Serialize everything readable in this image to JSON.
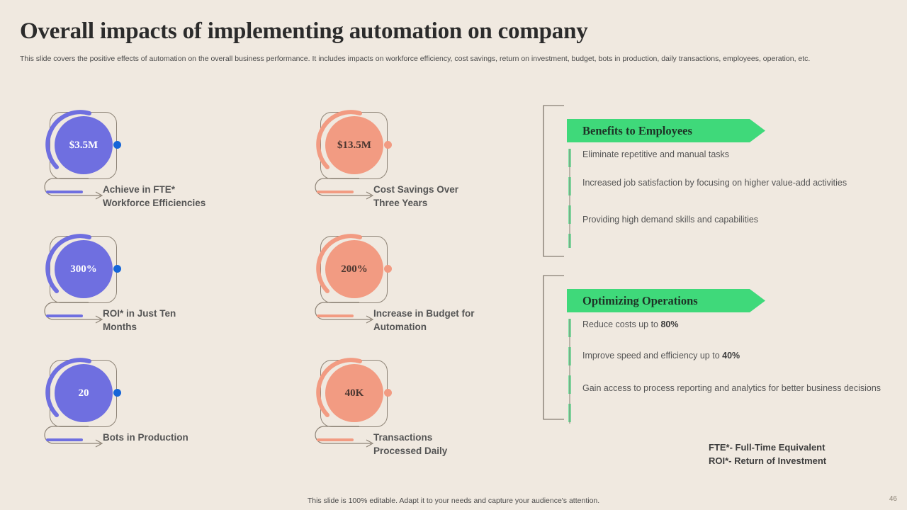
{
  "header": {
    "title": "Overall impacts of implementing automation on company",
    "subtitle": "This slide covers the positive effects of automation on the overall business performance. It includes impacts on workforce efficiency, cost savings, return on investment, budget, bots in production, daily transactions, employees, operation, etc."
  },
  "colors": {
    "background": "#f0e9e0",
    "purple": "#6f6fe0",
    "orange": "#f29b82",
    "green": "#3fd97a",
    "blue_dot": "#1565d8",
    "outline": "#8d8376",
    "text": "#555555"
  },
  "kpis": [
    {
      "value": "$3.5M",
      "label": "Achieve in FTE*\nWorkforce Efficiencies",
      "accent": "purple"
    },
    {
      "value": "$13.5M",
      "label": "Cost Savings Over\nThree Years",
      "accent": "orange"
    },
    {
      "value": "300%",
      "label": "ROI* in Just Ten\nMonths",
      "accent": "purple"
    },
    {
      "value": "200%",
      "label": "Increase in Budget for\nAutomation",
      "accent": "orange"
    },
    {
      "value": "20",
      "label": "Bots in Production",
      "accent": "purple"
    },
    {
      "value": "40K",
      "label": "Transactions\nProcessed Daily",
      "accent": "orange"
    }
  ],
  "panels": [
    {
      "title": "Benefits to Employees",
      "items": [
        {
          "text": "Eliminate repetitive and  manual tasks",
          "bold": ""
        },
        {
          "text": "Increased job satisfaction by focusing on higher value-add activities",
          "bold": ""
        },
        {
          "text": "Providing high demand skills and capabilities",
          "bold": ""
        }
      ]
    },
    {
      "title": "Optimizing Operations",
      "items": [
        {
          "text": "Reduce costs up to ",
          "bold": "80%"
        },
        {
          "text": "Improve speed and efficiency up to ",
          "bold": "40%"
        },
        {
          "text": "Gain access to process reporting and analytics for better business decisions",
          "bold": ""
        }
      ]
    }
  ],
  "footnote": {
    "line1": "FTE*- Full-Time Equivalent",
    "line2": "ROI*- Return of Investment"
  },
  "footer": {
    "note": "This slide is 100% editable. Adapt it to your needs and capture your audience's attention.",
    "page_number": "46"
  }
}
